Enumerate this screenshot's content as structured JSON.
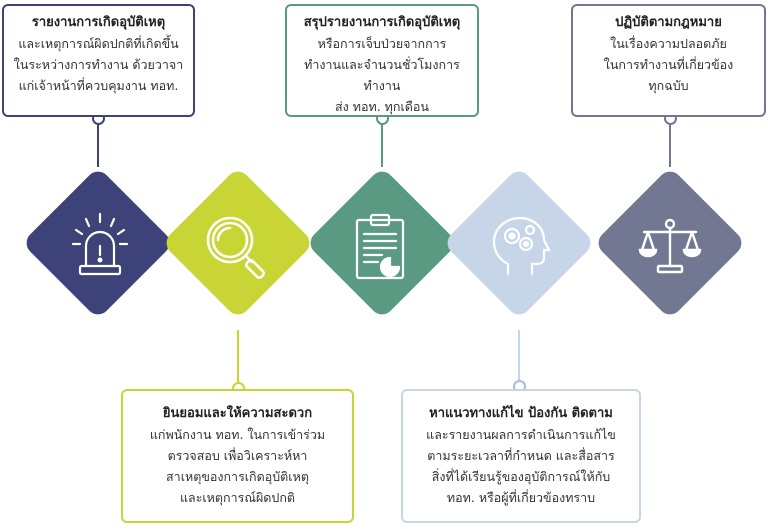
{
  "steps": [
    {
      "title": "รายงานการเกิดอุบัติเหตุ",
      "body": "และเหตุการณ์ผิดปกติที่เกิดขึ้น\nในระหว่างการทำงาน ด้วยวาจา\nแก่เจ้าหน้าที่ควบคุมงาน ทอท.",
      "icon": "siren-icon",
      "color": "#3d4379"
    },
    {
      "title": "ยินยอมและให้ความสะดวก",
      "body": "แก่พนักงาน ทอท. ในการเข้าร่วม\nตรวจสอบ เพื่อวิเคราะห์หา\nสาเหตุของการเกิดอุบัติเหตุ\nและเหตุการณ์ผิดปกติ",
      "icon": "magnifier-icon",
      "color": "#c8d535"
    },
    {
      "title": "สรุปรายงานการเกิดอุบัติเหตุ",
      "body": "หรือการเจ็บป่วยจากการ\nทำงานและจำนวนชั่วโมงการทำงาน\nส่ง ทอท. ทุกเดือน",
      "icon": "clipboard-report-icon",
      "color": "#5a9a82"
    },
    {
      "title": "หาแนวทางแก้ไข ป้องกัน ติดตาม",
      "body": "และรายงานผลการดำเนินการแก้ไข\nตามระยะเวลาที่กำหนด และสื่อสาร\nสิ่งที่ได้เรียนรู้ของอุบัติการณ์ให้กับ\nทอท. หรือผู้ที่เกี่ยวข้องทราบ",
      "icon": "head-gears-icon",
      "color": "#c6d5e8"
    },
    {
      "title": "ปฏิบัติตามกฎหมาย",
      "body": "ในเรื่องความปลอดภัย\nในการทำงานที่เกี่ยวข้อง\nทุกฉบับ",
      "icon": "scales-icon",
      "color": "#727792"
    }
  ]
}
